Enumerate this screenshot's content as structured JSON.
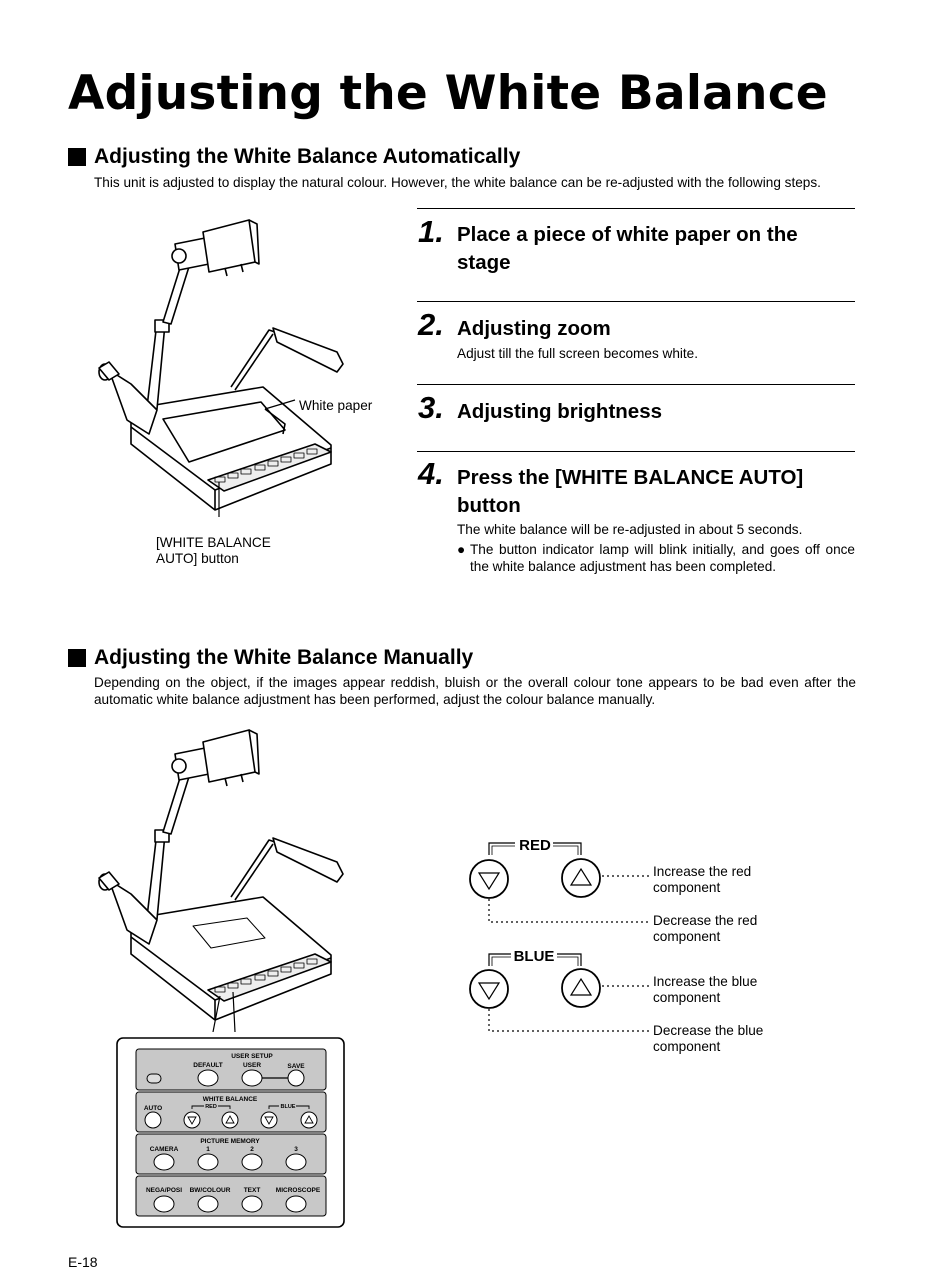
{
  "page_title": "Adjusting the White Balance",
  "auto_section": {
    "title": "Adjusting the White Balance Automatically",
    "intro": "This unit is adjusted to display the natural colour. However, the white balance can be re-adjusted with the following steps.",
    "callouts": {
      "white_paper": "White paper",
      "wb_auto_line1": "[WHITE BALANCE",
      "wb_auto_line2": "AUTO] button"
    },
    "steps": [
      {
        "number": "1.",
        "title": "Place a piece of white paper on the stage"
      },
      {
        "number": "2.",
        "title": "Adjusting zoom",
        "text": "Adjust till the full screen becomes white."
      },
      {
        "number": "3.",
        "title": "Adjusting brightness"
      },
      {
        "number": "4.",
        "title": "Press the [WHITE BALANCE AUTO] button",
        "text": "The white balance will be re-adjusted in about 5 seconds.",
        "bullet": "The button indicator lamp will blink initially, and goes off once the white balance adjustment has been completed."
      }
    ]
  },
  "manual_section": {
    "title": "Adjusting the White Balance Manually",
    "intro": "Depending on the object, if the images appear reddish, bluish or the overall colour tone appears to be bad even after the automatic white balance adjustment has been performed, adjust the colour balance manually.",
    "groups": [
      {
        "label": "RED",
        "increase": [
          "Increase the red",
          "component"
        ],
        "decrease": [
          "Decrease the red",
          "component"
        ]
      },
      {
        "label": "BLUE",
        "increase": [
          "Increase the blue",
          "component"
        ],
        "decrease": [
          "Decrease the blue",
          "component"
        ]
      }
    ],
    "panel": {
      "user_setup": "USER   SETUP",
      "default": "DEFAULT",
      "user": "USER",
      "save": "SAVE",
      "white_balance": "WHITE   BALANCE",
      "auto": "AUTO",
      "red": "RED",
      "blue": "BLUE",
      "picture_memory": "PICTURE   MEMORY",
      "camera": "CAMERA",
      "mem1": "1",
      "mem2": "2",
      "mem3": "3",
      "nega_posi": "NEGA/POSI",
      "bw_colour": "BW/COLOUR",
      "text": "TEXT",
      "microscope": "MICROSCOPE"
    }
  },
  "page_number": "E-18"
}
